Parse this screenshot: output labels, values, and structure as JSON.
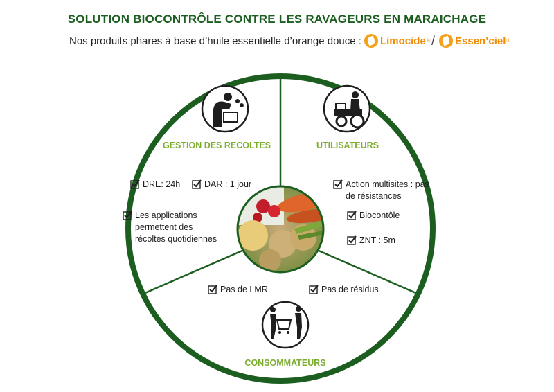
{
  "title": "SOLUTION BIOCONTRÔLE CONTRE LES RAVAGEURS EN MARAICHAGE",
  "subtitle": {
    "text": "Nos produits phares à base d’huile essentielle d’orange douce :",
    "brand1": "Limocide",
    "brand2": "Essen’ciel",
    "registered": "®",
    "separator": "/"
  },
  "colors": {
    "ring": "#1b5e20",
    "label": "#7cae2e",
    "brand": "#f08a00",
    "title": "#1b5e20"
  },
  "sections": {
    "harvest": {
      "label": "GESTION DES RECOLTES",
      "icon": "harvest-worker-icon",
      "items": [
        "DRE: 24h",
        "DAR : 1 jour",
        "Les applications",
        "permettent des",
        "récoltes quotidiennes"
      ]
    },
    "users": {
      "label": "UTILISATEURS",
      "icon": "tractor-icon",
      "items": [
        "Action multisites : pas",
        "de résistances",
        "Biocontôle",
        "ZNT : 5m"
      ]
    },
    "consumers": {
      "label": "CONSOMMATEURS",
      "icon": "shopping-cart-people-icon",
      "items": [
        "Pas de LMR",
        "Pas de résidus"
      ]
    }
  },
  "center": {
    "icon": "vegetables-photo"
  }
}
